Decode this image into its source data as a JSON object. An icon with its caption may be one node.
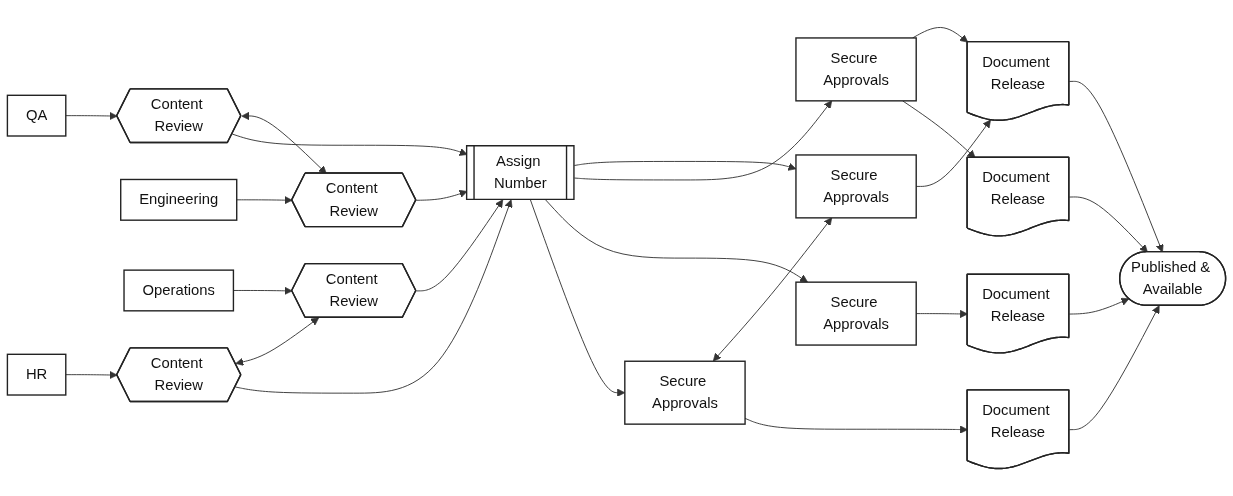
{
  "diagram": {
    "nodes": [
      {
        "text": [
          "HR"
        ]
      },
      {
        "text": [
          "Content Review"
        ]
      },
      {
        "text": [
          "Secure Approvals"
        ]
      },
      {
        "text": [
          "Document Release"
        ]
      },
      {
        "text": [
          "Engineering"
        ]
      },
      {
        "text": [
          "Content Review"
        ]
      },
      {
        "text": [
          "Secure Approvals"
        ]
      },
      {
        "text": [
          "Document Release"
        ]
      },
      {
        "text": [
          "Assign Number"
        ]
      },
      {
        "text": [
          "Published & Available"
        ]
      },
      {
        "text": [
          "Operations"
        ]
      },
      {
        "text": [
          "Content Review"
        ]
      },
      {
        "text": [
          "Secure Approvals"
        ]
      },
      {
        "text": [
          "Document Release"
        ]
      },
      {
        "text": [
          "QA"
        ]
      },
      {
        "text": [
          "Content Review"
        ]
      },
      {
        "text": [
          "Secure Approvals"
        ]
      },
      {
        "text": [
          "Document Release"
        ]
      }
    ],
    "edges": [
      {
        "from": 0,
        "to": 1,
        "arrow": "to"
      },
      {
        "from": 4,
        "to": 5,
        "arrow": "to"
      },
      {
        "from": 10,
        "to": 11,
        "arrow": "to"
      },
      {
        "from": 14,
        "to": 15,
        "arrow": "to"
      },
      {
        "from": 1,
        "to": 8,
        "arrow": "to"
      },
      {
        "from": 5,
        "to": 8,
        "arrow": "to"
      },
      {
        "from": 11,
        "to": 8,
        "arrow": "to"
      },
      {
        "from": 15,
        "to": 8,
        "arrow": "to"
      },
      {
        "from": 1,
        "to": 11,
        "arrow": "both"
      },
      {
        "from": 15,
        "to": 5,
        "arrow": "both"
      },
      {
        "from": 8,
        "to": 2,
        "arrow": "to"
      },
      {
        "from": 8,
        "to": 6,
        "arrow": "to"
      },
      {
        "from": 8,
        "to": 12,
        "arrow": "to"
      },
      {
        "from": 8,
        "to": 16,
        "arrow": "to"
      },
      {
        "from": 2,
        "to": 3,
        "arrow": "to"
      },
      {
        "from": 6,
        "to": 7,
        "arrow": "to"
      },
      {
        "from": 12,
        "to": 13,
        "arrow": "to"
      },
      {
        "from": 16,
        "to": 17,
        "arrow": "to"
      },
      {
        "from": 2,
        "to": 16,
        "arrow": "both"
      },
      {
        "from": 12,
        "to": 17,
        "arrow": "to"
      },
      {
        "from": 3,
        "to": 9,
        "arrow": "to"
      },
      {
        "from": 7,
        "to": 9,
        "arrow": "to"
      },
      {
        "from": 13,
        "to": 9,
        "arrow": "to"
      },
      {
        "from": 17,
        "to": 9,
        "arrow": "to"
      }
    ]
  }
}
